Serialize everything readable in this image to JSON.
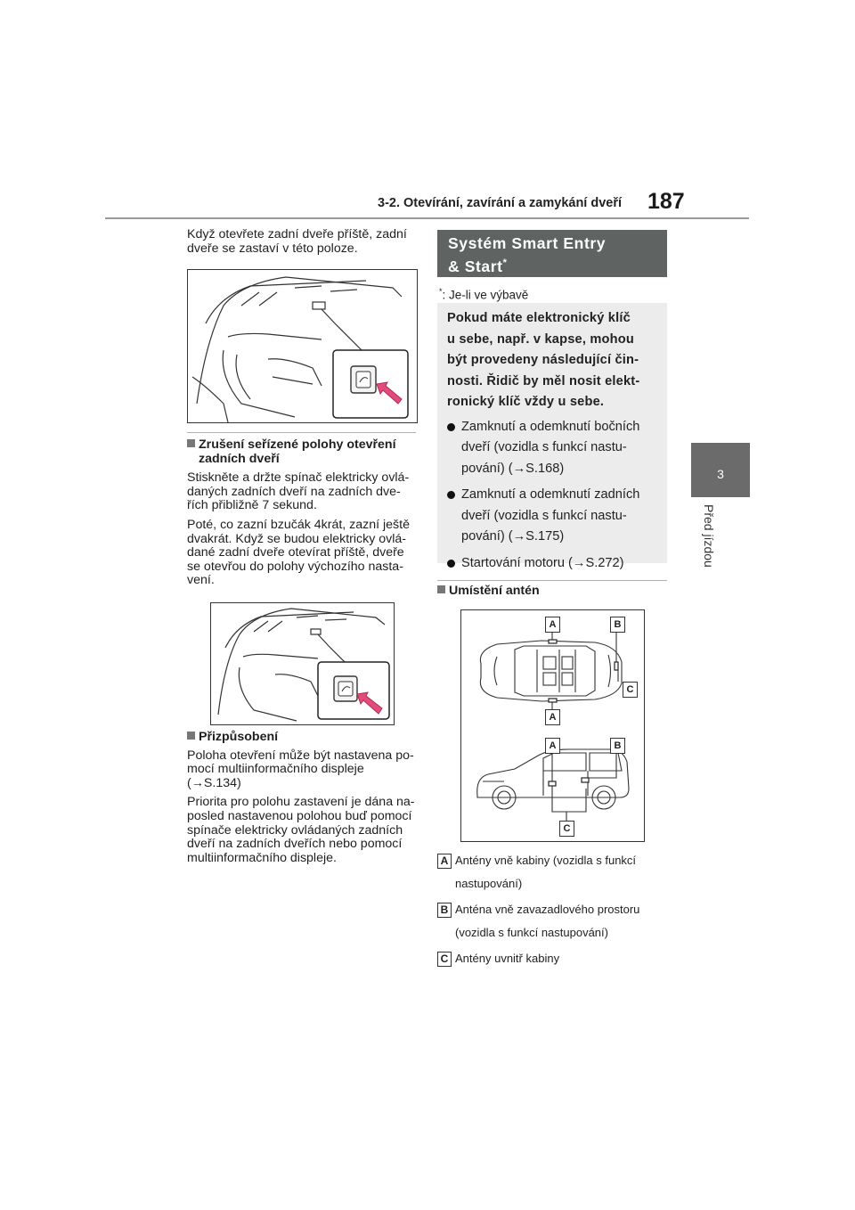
{
  "header": {
    "title": "3-2. Otevírání, zavírání a zamykání dveří",
    "page_number": "187"
  },
  "side_tab": {
    "chapter": "3",
    "label": "Před jízdou"
  },
  "left": {
    "intro": "Když otevřete zadní dveře příště, zadní dveře se zastaví v této poloze.",
    "section1": {
      "heading_line1": "Zrušení seřízené polohy otevření",
      "heading_line2": "zadních dveří",
      "para1_lines": [
        "Stiskněte a držte spínač elektricky ovlá-",
        "daných zadních dveří na zadních dve-",
        "řích přibližně 7 sekund."
      ],
      "para2_lines": [
        "Poté, co zazní bzučák 4krát, zazní ještě",
        "dvakrát. Když se budou elektricky ovlá-",
        "dané zadní dveře otevírat příště, dveře",
        "se otevřou do polohy výchozího nasta-",
        "vení."
      ]
    },
    "section2": {
      "heading": "Přizpůsobení",
      "para1_lines": [
        "Poloha otevření může být nastavena po-",
        "mocí multiinformačního displeje",
        "(→S.134)"
      ],
      "para2_lines": [
        "Priorita pro polohu zastavení je dána na-",
        "posled nastavenou polohou buď pomocí",
        "spínače elektricky ovládaných zadních",
        "dveří na zadních dveřích nebo pomocí",
        "multiinformačního displeje."
      ]
    }
  },
  "right": {
    "section_title_line1": "Systém Smart Entry",
    "section_title_line2": "& Start",
    "asterisk": "*",
    "note": ": Je-li ve výbavě",
    "lead_lines": [
      "Pokud máte elektronický klíč",
      "u sebe, např. v kapse, mohou",
      "být provedeny následující čin-",
      "nosti. Řidič by měl nosit elekt-",
      "ronický klíč vždy u sebe."
    ],
    "bullets": [
      {
        "lines": [
          "Zamknutí a odemknutí bočních",
          "dveří (vozidla s funkcí nastu-",
          "pování) (→S.168)"
        ]
      },
      {
        "lines": [
          "Zamknutí a odemknutí zadních",
          "dveří (vozidla s funkcí nastu-",
          "pování) (→S.175)"
        ]
      },
      {
        "lines": [
          "Startování motoru (→S.272)"
        ]
      }
    ],
    "antenna_heading": "Umístění antén",
    "diagram_labels": {
      "a": "A",
      "b": "B",
      "c": "C"
    },
    "legend": [
      {
        "badge": "A",
        "lines": [
          "Antény vně kabiny (vozidla s funkcí",
          "nastupování)"
        ]
      },
      {
        "badge": "B",
        "lines": [
          "Anténa vně zavazadlového prostoru",
          "(vozidla s funkcí nastupování)"
        ]
      },
      {
        "badge": "C",
        "lines": [
          "Antény uvnitř kabiny"
        ]
      }
    ]
  },
  "colors": {
    "section_bar": "#5f6463",
    "info_box": "#ececec",
    "side_tab": "#6b6b6b"
  }
}
